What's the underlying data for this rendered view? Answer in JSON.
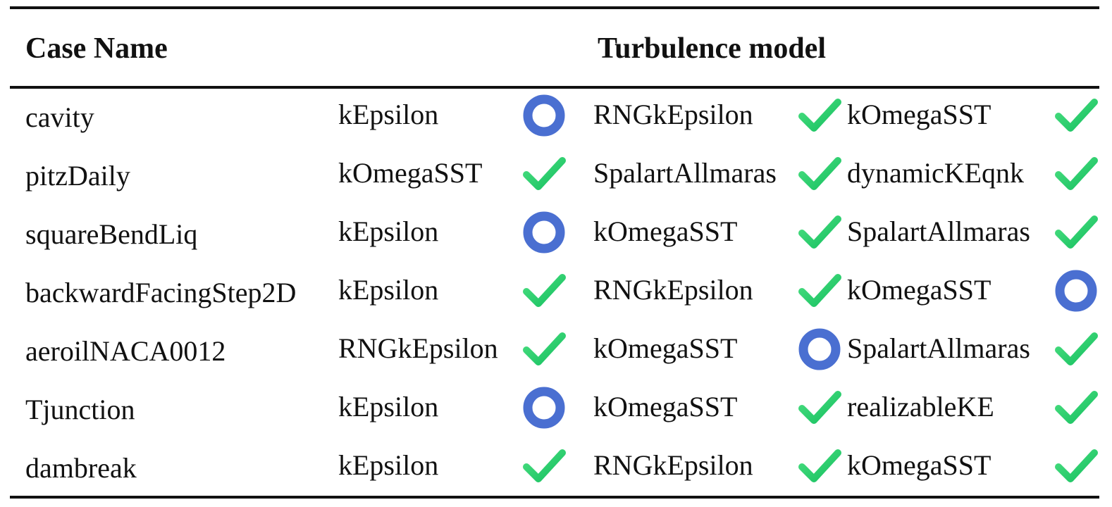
{
  "table": {
    "header": {
      "case_name": "Case Name",
      "turbulence_model": "Turbulence model"
    },
    "rows": [
      {
        "case": "cavity",
        "models": [
          {
            "name": "kEpsilon",
            "status": "circle"
          },
          {
            "name": "RNGkEpsilon",
            "status": "check"
          },
          {
            "name": "kOmegaSST",
            "status": "check"
          }
        ]
      },
      {
        "case": "pitzDaily",
        "models": [
          {
            "name": "kOmegaSST",
            "status": "check"
          },
          {
            "name": "SpalartAllmaras",
            "status": "check"
          },
          {
            "name": "dynamicKEqnk",
            "status": "check"
          }
        ]
      },
      {
        "case": "squareBendLiq",
        "models": [
          {
            "name": "kEpsilon",
            "status": "circle"
          },
          {
            "name": "kOmegaSST",
            "status": "check"
          },
          {
            "name": "SpalartAllmaras",
            "status": "check"
          }
        ]
      },
      {
        "case": "backwardFacingStep2D",
        "models": [
          {
            "name": "kEpsilon",
            "status": "check"
          },
          {
            "name": "RNGkEpsilon",
            "status": "check"
          },
          {
            "name": "kOmegaSST",
            "status": "circle"
          }
        ]
      },
      {
        "case": "aeroilNACA0012",
        "models": [
          {
            "name": "RNGkEpsilon",
            "status": "check"
          },
          {
            "name": "kOmegaSST",
            "status": "circle"
          },
          {
            "name": "SpalartAllmaras",
            "status": "check"
          }
        ]
      },
      {
        "case": "Tjunction",
        "models": [
          {
            "name": "kEpsilon",
            "status": "circle"
          },
          {
            "name": "kOmegaSST",
            "status": "check"
          },
          {
            "name": "realizableKE",
            "status": "check"
          }
        ]
      },
      {
        "case": "dambreak",
        "models": [
          {
            "name": "kEpsilon",
            "status": "check"
          },
          {
            "name": "RNGkEpsilon",
            "status": "check"
          },
          {
            "name": "kOmegaSST",
            "status": "check"
          }
        ]
      }
    ]
  },
  "icons": {
    "check": "check-icon",
    "circle": "circle-icon"
  },
  "colors": {
    "check_light": "#4ade80",
    "check_dark": "#16c060",
    "circle": "#4a6fd1",
    "rule": "#111111"
  }
}
